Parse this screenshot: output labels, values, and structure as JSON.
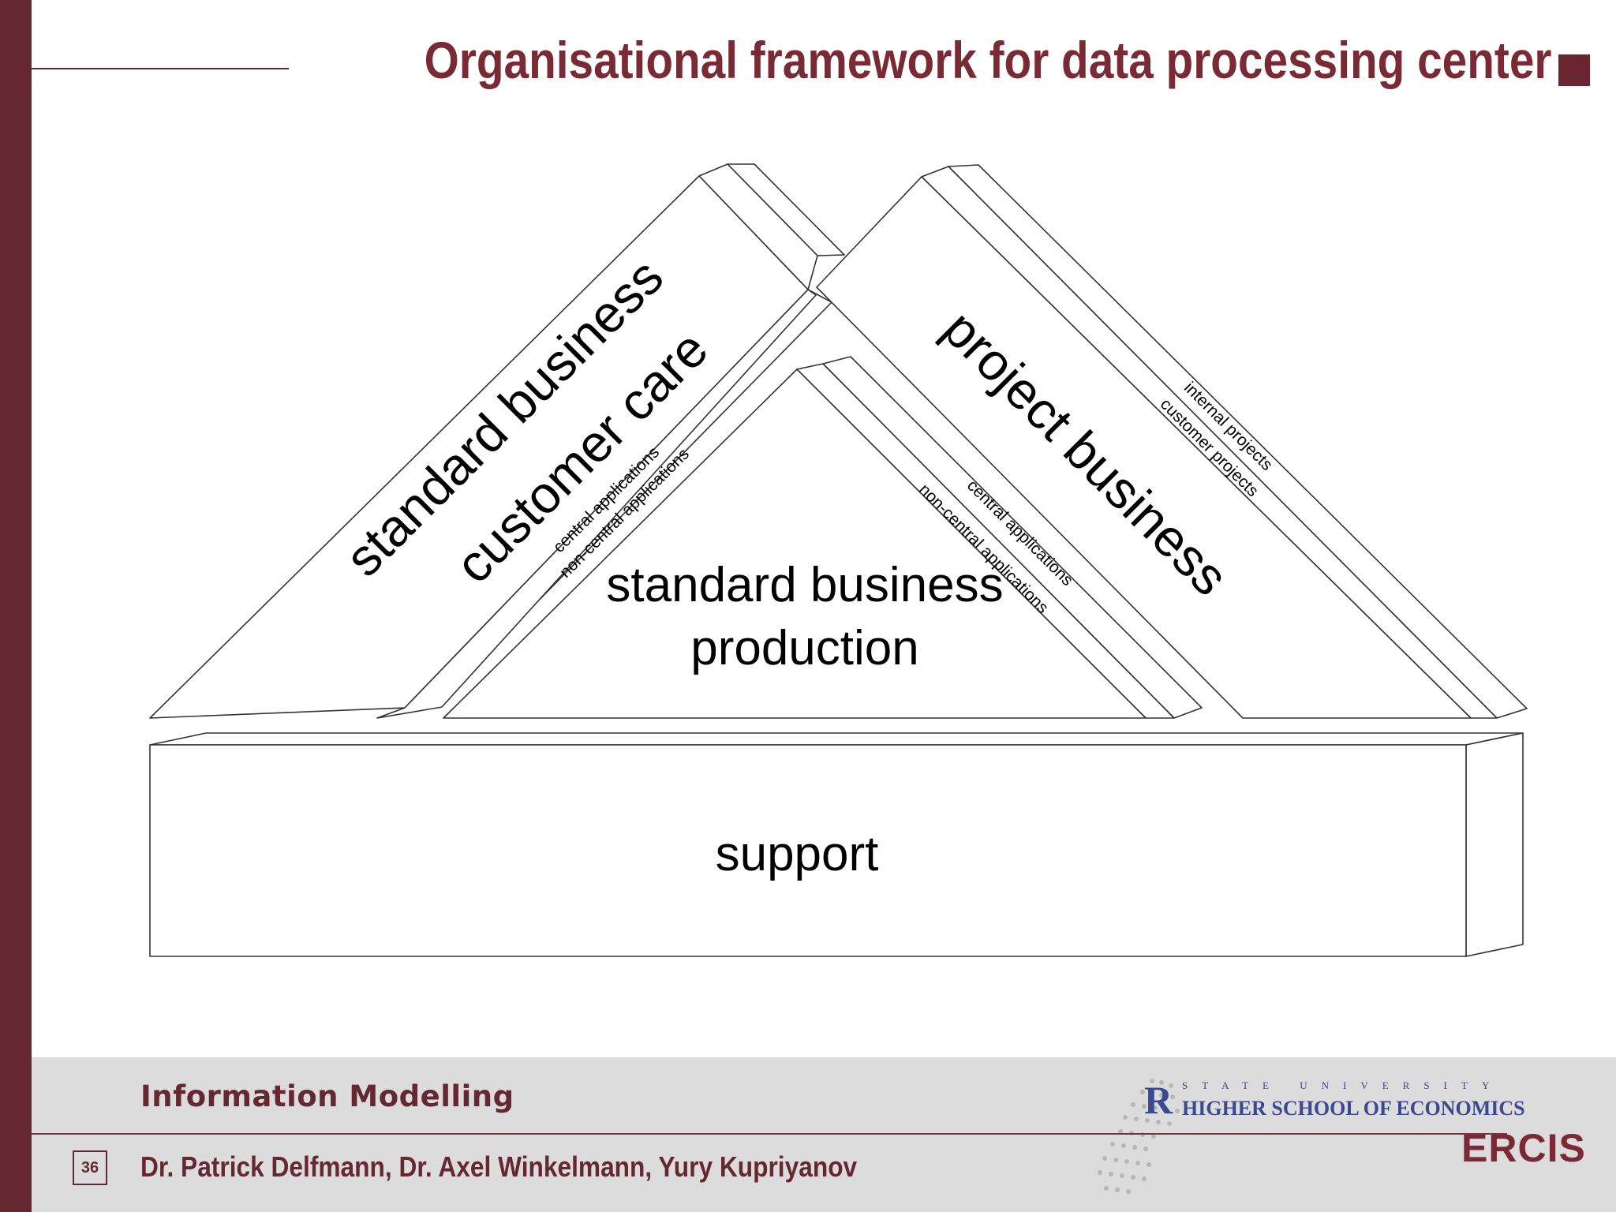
{
  "title": "Organisational framework for data processing center",
  "diagram": {
    "left_prism": {
      "label_line1": "standard business",
      "label_line2": "customer care",
      "side_label1": "central applications",
      "side_label2": "non-central applications"
    },
    "right_prism": {
      "label": "project business",
      "side_label1": "internal projects",
      "side_label2": "customer projects"
    },
    "center_prism": {
      "label_line1": "standard business",
      "label_line2": "production",
      "side_label1": "central applications",
      "side_label2": "non-central applications"
    },
    "base": {
      "label": "support"
    }
  },
  "footer": {
    "course": "Information Modelling",
    "page_number": "36",
    "authors": "Dr. Patrick Delfmann, Dr. Axel Winkelmann, Yury Kupriyanov",
    "hse_mark": "R",
    "hse_top": "STATE UNIVERSITY",
    "hse_name": "HIGHER SCHOOL OF ECONOMICS",
    "ercis": "ERCIS"
  },
  "colors": {
    "brand": "#652730",
    "title": "#7a2a34",
    "footer_bg": "#dcdcdc",
    "hse_blue": "#3a4a90"
  }
}
